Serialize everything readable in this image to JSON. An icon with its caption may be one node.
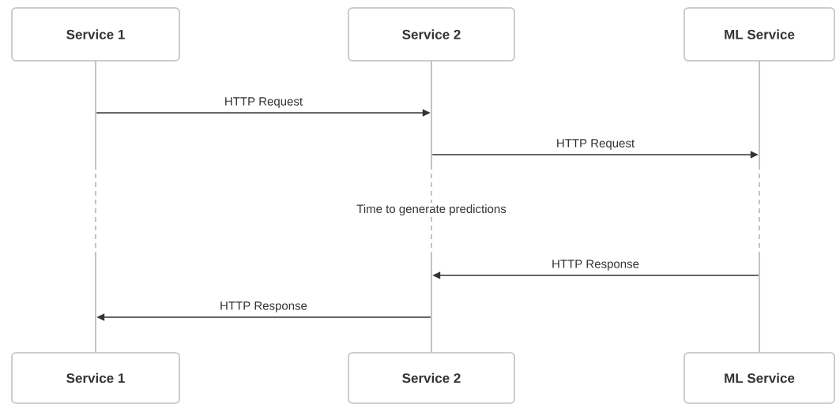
{
  "diagram": {
    "nodes": [
      {
        "text": [
          "Service 1"
        ]
      },
      {
        "text": [
          "Service 2"
        ]
      },
      {
        "text": [
          "ML Service"
        ]
      },
      {
        "text": [
          "Service 1"
        ]
      },
      {
        "text": [
          "Service 2"
        ]
      },
      {
        "text": [
          "ML Service"
        ]
      },
      {
        "text": [],
        "shape": "bar"
      },
      {
        "text": [],
        "shape": "bar"
      },
      {
        "text": [],
        "shape": "bar"
      }
    ],
    "edges": [
      {
        "from": 6,
        "to": 7,
        "arrow": "to",
        "label": "HTTP Request"
      },
      {
        "from": 7,
        "to": 8,
        "arrow": "to",
        "label": "HTTP Request"
      },
      {
        "from": 8,
        "to": 7,
        "arrow": "to",
        "label": "HTTP Response"
      },
      {
        "from": 7,
        "to": 6,
        "arrow": "to",
        "label": "HTTP Response"
      }
    ],
    "labels": [
      "Time to generate predictions"
    ]
  }
}
